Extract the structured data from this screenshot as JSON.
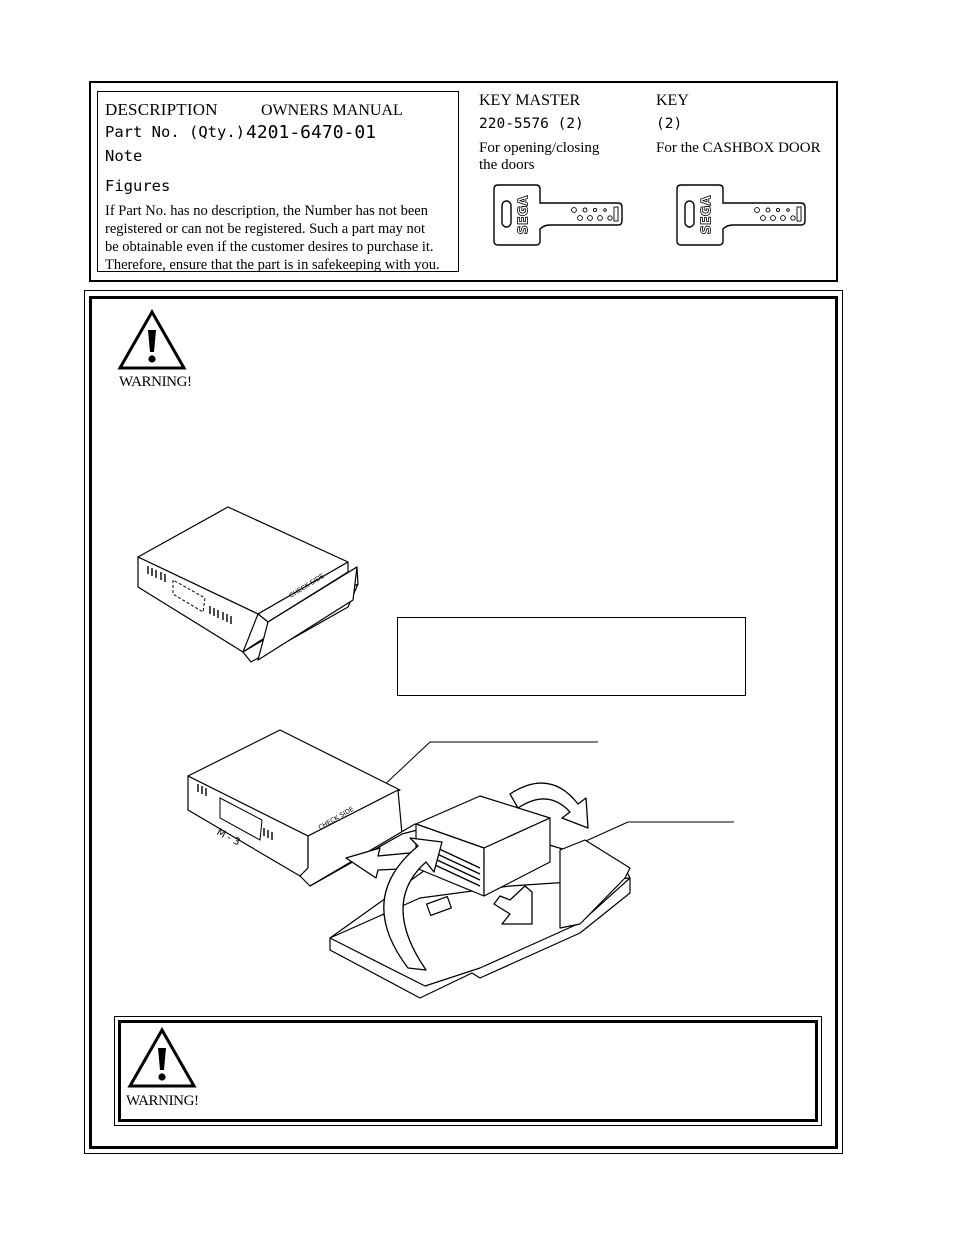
{
  "parts_panel": {
    "description_label": "DESCRIPTION",
    "description_value": "OWNERS MANUAL",
    "partno_label": "Part No. (Qty.)",
    "partno_value": "4201-6470-01",
    "note_label": "Note",
    "figures_label": "Figures",
    "disclaimer_lines": [
      "If Part No. has no description, the Number has not been",
      "registered or can not be registered.  Such a part may not",
      "be obtainable even if the customer desires to purchase it.",
      "Therefore, ensure that the part is in safekeeping with you."
    ]
  },
  "keys": [
    {
      "name": "KEY MASTER",
      "part_no": "220-5576 (2)",
      "use_lines": [
        "For opening/closing",
        "the doors"
      ],
      "brand": "SEGA"
    },
    {
      "name": "KEY",
      "part_no": "(2)",
      "use_lines": [
        "For the CASHBOX DOOR"
      ],
      "brand": "SEGA"
    }
  ],
  "warning_top": {
    "label": "WARNING!"
  },
  "figure_labels": {
    "carton_side_text": "CHECK SIDE",
    "carton_mark": "M - 3"
  },
  "warning_bottom": {
    "label": "WARNING!"
  }
}
